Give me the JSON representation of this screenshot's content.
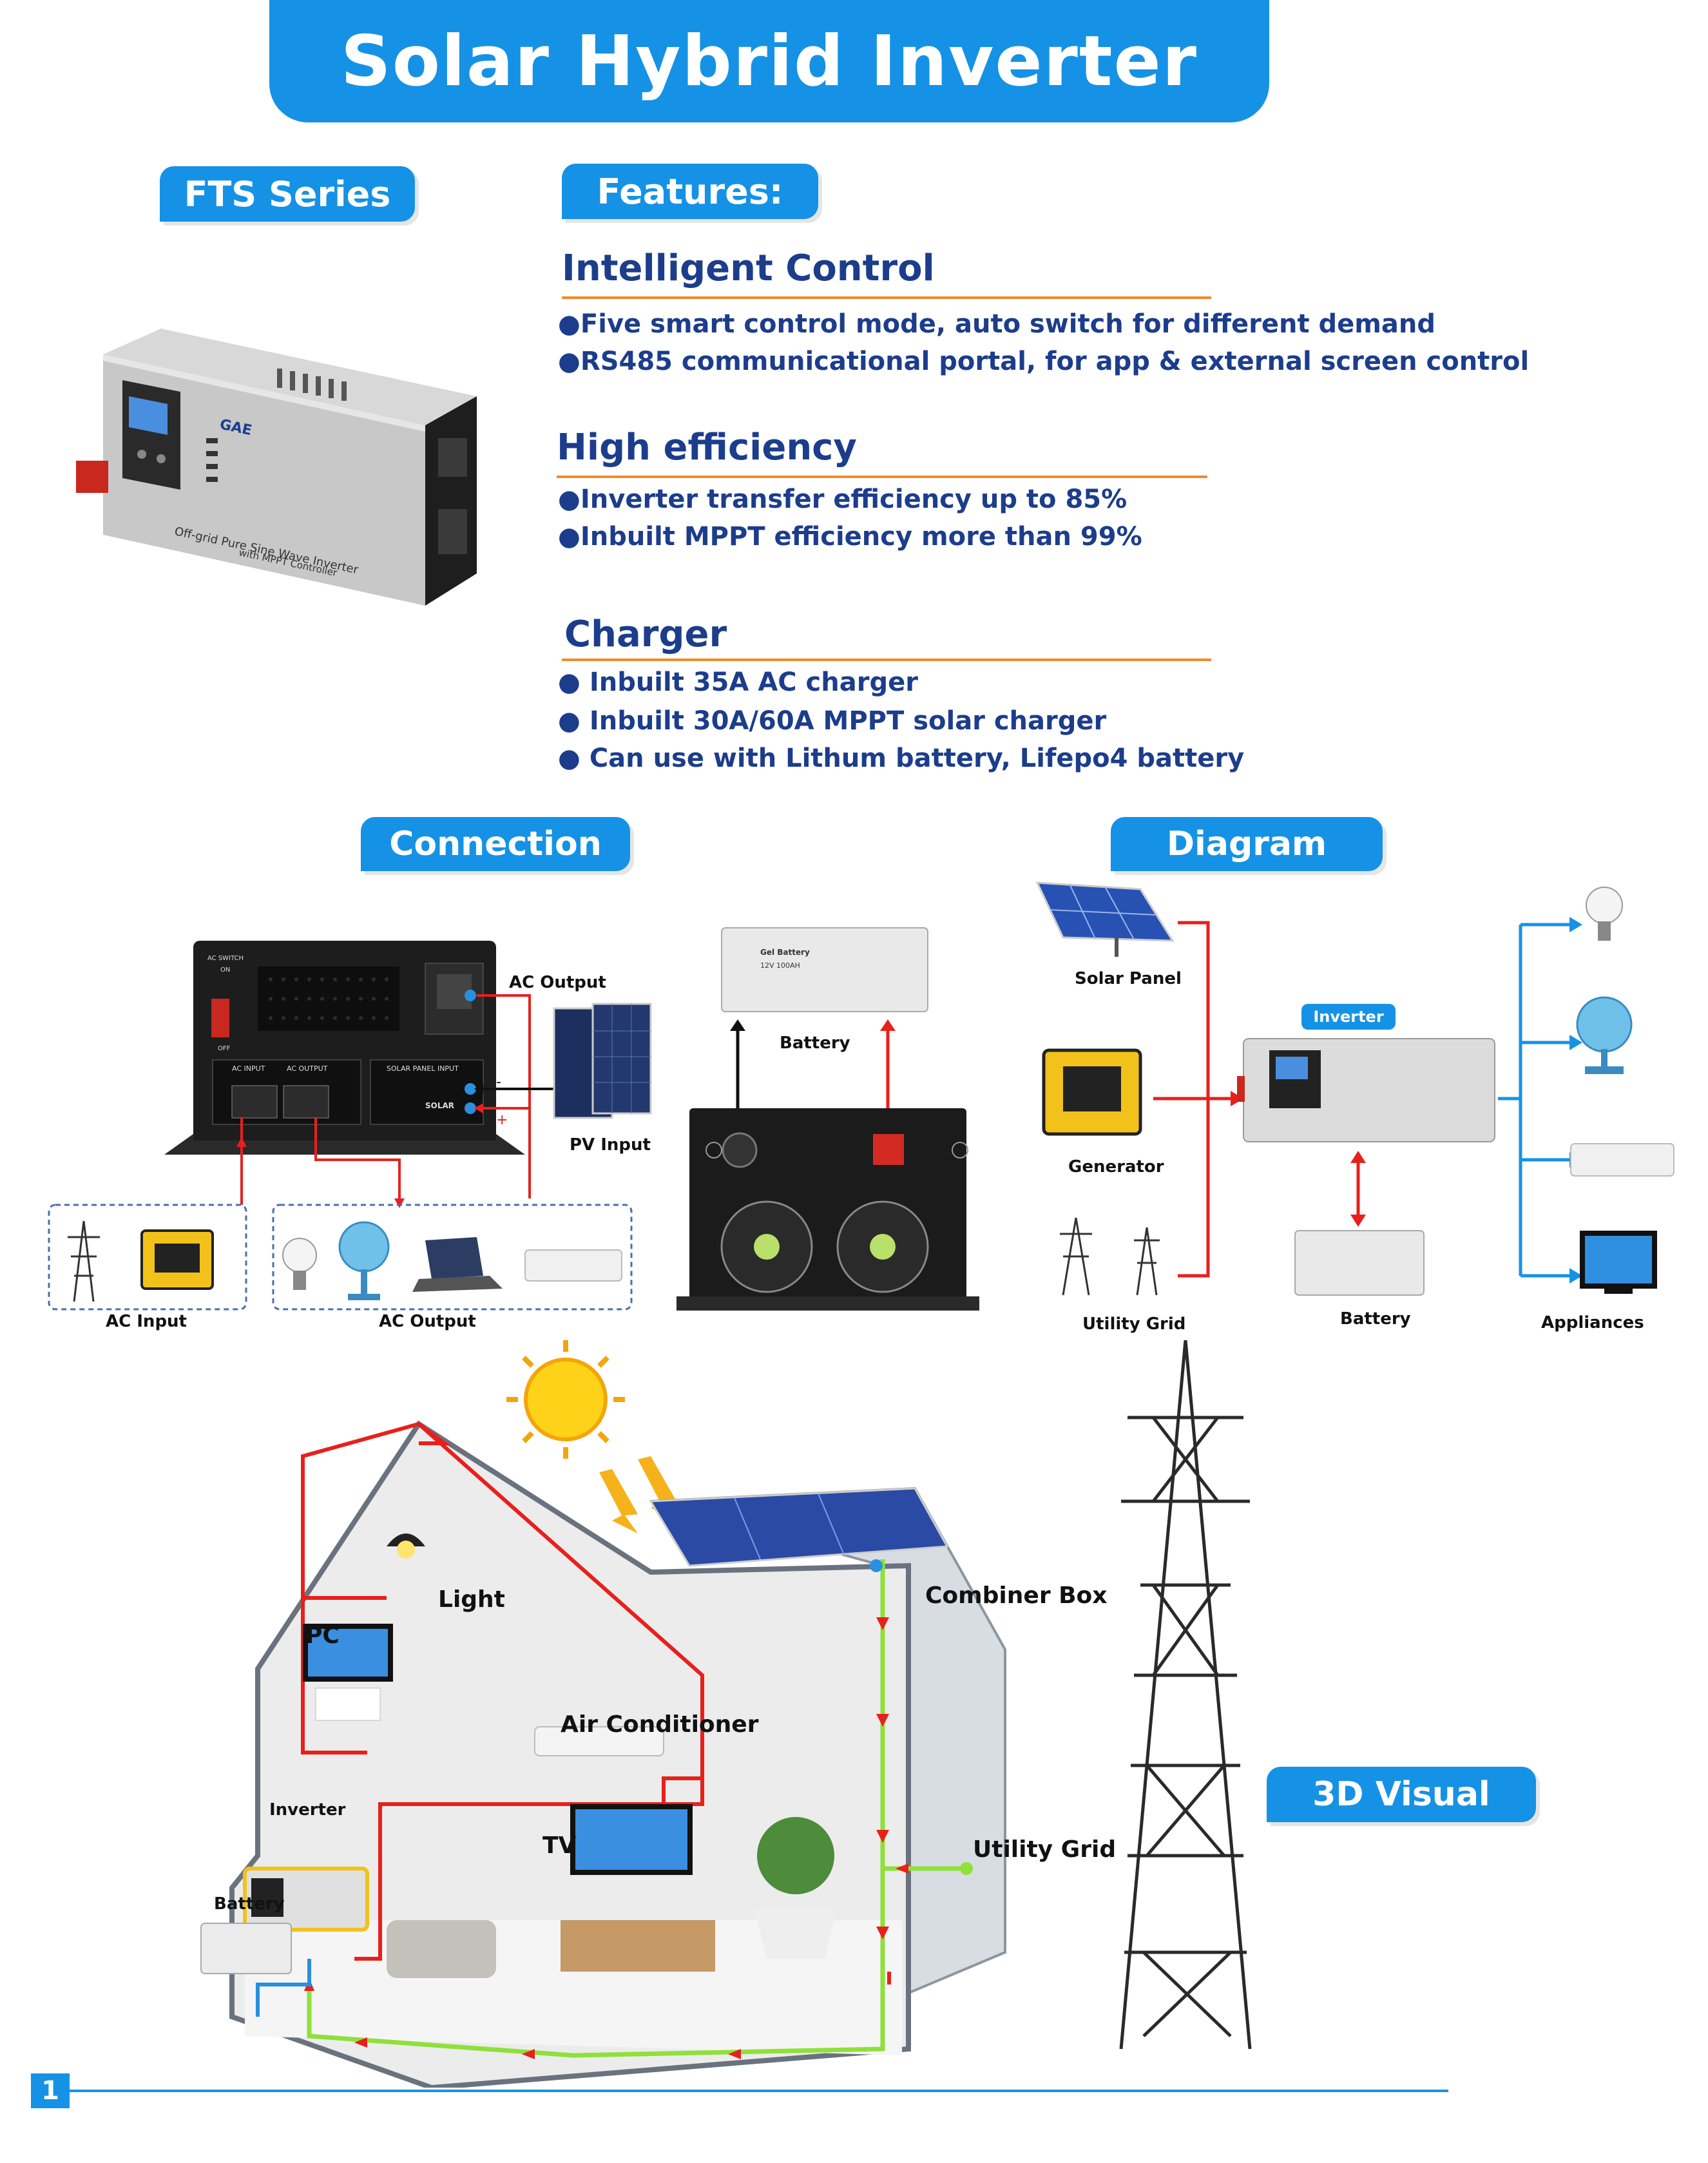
{
  "title": "Solar Hybrid Inverter",
  "series_label": "FTS Series",
  "features_label": "Features:",
  "features": [
    {
      "heading": "Intelligent Control",
      "items": [
        "●Five smart control mode, auto switch for different demand",
        "●RS485 communicational portal, for app & external screen control"
      ]
    },
    {
      "heading": "High efficiency",
      "items": [
        "●Inverter transfer efficiency up to 85%",
        "●Inbuilt MPPT efficiency more than 99%"
      ]
    },
    {
      "heading": "Charger",
      "items": [
        "● Inbuilt 35A AC charger",
        "● Inbuilt 30A/60A MPPT solar charger",
        "● Can use with Lithum battery, Lifepo4 battery"
      ]
    }
  ],
  "product": {
    "brand": "GAE",
    "line1": "Off-grid Pure Sine Wave Inverter",
    "line2": "with MPPT Controller"
  },
  "connection": {
    "label": "Connection",
    "ac_output": "AC Output",
    "pv_input": "PV Input",
    "battery": "Battery",
    "ac_input_group": "AC Input",
    "ac_output_group": "AC Output",
    "panel_ac_input": "AC INPUT",
    "panel_ac_output": "AC OUTPUT",
    "panel_solar": "SOLAR PANEL INPUT",
    "solar": "SOLAR",
    "ac_switch": "AC SWITCH",
    "on": "ON",
    "off": "OFF",
    "battery_label_title": "Gel Battery",
    "battery_spec": "12V 100AH"
  },
  "diagram": {
    "label": "Diagram",
    "solar_panel": "Solar Panel",
    "generator": "Generator",
    "utility_grid": "Utility Grid",
    "inverter": "Inverter",
    "battery": "Battery",
    "appliances": "Appliances"
  },
  "visual": {
    "label": "3D Visual",
    "light": "Light",
    "pc": "PC",
    "air_conditioner": "Air Conditioner",
    "tv": "TV",
    "inverter": "Inverter",
    "battery": "Battery",
    "combiner_box": "Combiner Box",
    "utility_grid": "Utility Grid"
  },
  "page_number": "1",
  "colors": {
    "accent": "#1592e6",
    "heading": "#1c3d8c",
    "rule": "#f08a2c",
    "power": "#e8201c",
    "grid": "#8fe03a",
    "battery_flow": "#2a8fe0"
  }
}
